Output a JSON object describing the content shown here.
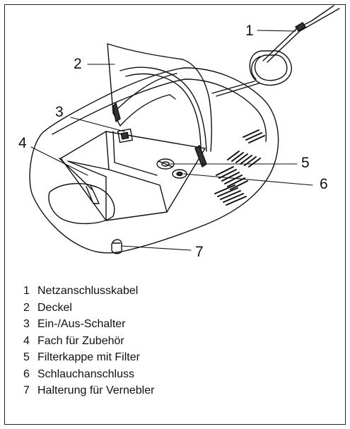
{
  "callouts": [
    {
      "num": "1"
    },
    {
      "num": "2"
    },
    {
      "num": "3"
    },
    {
      "num": "4"
    },
    {
      "num": "5"
    },
    {
      "num": "6"
    },
    {
      "num": "7"
    }
  ],
  "legend": [
    {
      "num": "1",
      "text": "Netzanschlusskabel"
    },
    {
      "num": "2",
      "text": "Deckel"
    },
    {
      "num": "3",
      "text": "Ein-/Aus-Schalter"
    },
    {
      "num": "4",
      "text": "Fach für Zubehör"
    },
    {
      "num": "5",
      "text": "Filterkappe mit Filter"
    },
    {
      "num": "6",
      "text": "Schlauchanschluss"
    },
    {
      "num": "7",
      "text": "Halterung für Vernebler"
    }
  ]
}
